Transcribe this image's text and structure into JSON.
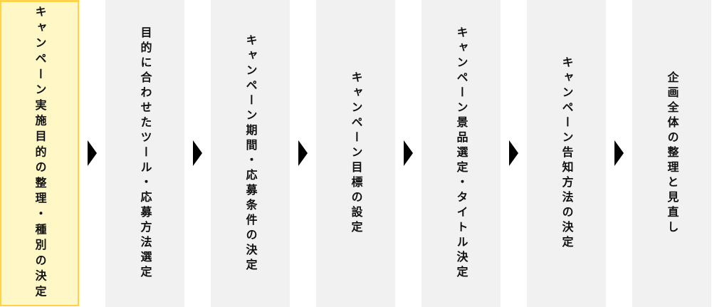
{
  "diagram": {
    "type": "horizontal-flow",
    "colors": {
      "active_fill": "#fff7c6",
      "active_border": "#ffd24d",
      "step_fill": "#f1f1f2",
      "text": "#111111",
      "arrow": "#000000"
    },
    "steps": [
      {
        "label": "キャンペーン実施目的の整理・種別の決定",
        "active": true
      },
      {
        "label": "目的に合わせたツール・応募方法選定",
        "active": false
      },
      {
        "label": "キャンペーン期間・応募条件の決定",
        "active": false
      },
      {
        "label": "キャンペーン目標の設定",
        "active": false
      },
      {
        "label": "キャンペーン景品選定・タイトル決定",
        "active": false
      },
      {
        "label": "キャンペーン告知方法の決定",
        "active": false
      },
      {
        "label": "企画全体の整理と見直し",
        "active": false
      }
    ],
    "arrow_icon": "right-triangle-icon"
  }
}
